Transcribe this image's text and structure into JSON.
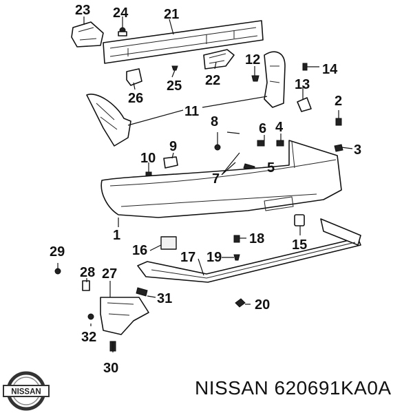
{
  "brand": {
    "logo_text": "NISSAN",
    "logo_color": "#333333"
  },
  "caption": "NISSAN 620691KA0A",
  "callouts": [
    {
      "id": "c1",
      "text": "1"
    },
    {
      "id": "c2",
      "text": "2"
    },
    {
      "id": "c3",
      "text": "3"
    },
    {
      "id": "c4",
      "text": "4"
    },
    {
      "id": "c5",
      "text": "5"
    },
    {
      "id": "c6",
      "text": "6"
    },
    {
      "id": "c7",
      "text": "7"
    },
    {
      "id": "c8",
      "text": "8"
    },
    {
      "id": "c9",
      "text": "9"
    },
    {
      "id": "c10",
      "text": "10"
    },
    {
      "id": "c11",
      "text": "11"
    },
    {
      "id": "c12",
      "text": "12"
    },
    {
      "id": "c13",
      "text": "13"
    },
    {
      "id": "c14",
      "text": "14"
    },
    {
      "id": "c15",
      "text": "15"
    },
    {
      "id": "c16",
      "text": "16"
    },
    {
      "id": "c17",
      "text": "17"
    },
    {
      "id": "c18",
      "text": "18"
    },
    {
      "id": "c19",
      "text": "19"
    },
    {
      "id": "c20",
      "text": "20"
    },
    {
      "id": "c21",
      "text": "21"
    },
    {
      "id": "c22",
      "text": "22"
    },
    {
      "id": "c23",
      "text": "23"
    },
    {
      "id": "c24",
      "text": "24"
    },
    {
      "id": "c25",
      "text": "25"
    },
    {
      "id": "c26",
      "text": "26"
    },
    {
      "id": "c27",
      "text": "27"
    },
    {
      "id": "c28",
      "text": "28"
    },
    {
      "id": "c29",
      "text": "29"
    },
    {
      "id": "c30",
      "text": "30"
    },
    {
      "id": "c31",
      "text": "31"
    },
    {
      "id": "c32",
      "text": "32"
    }
  ]
}
